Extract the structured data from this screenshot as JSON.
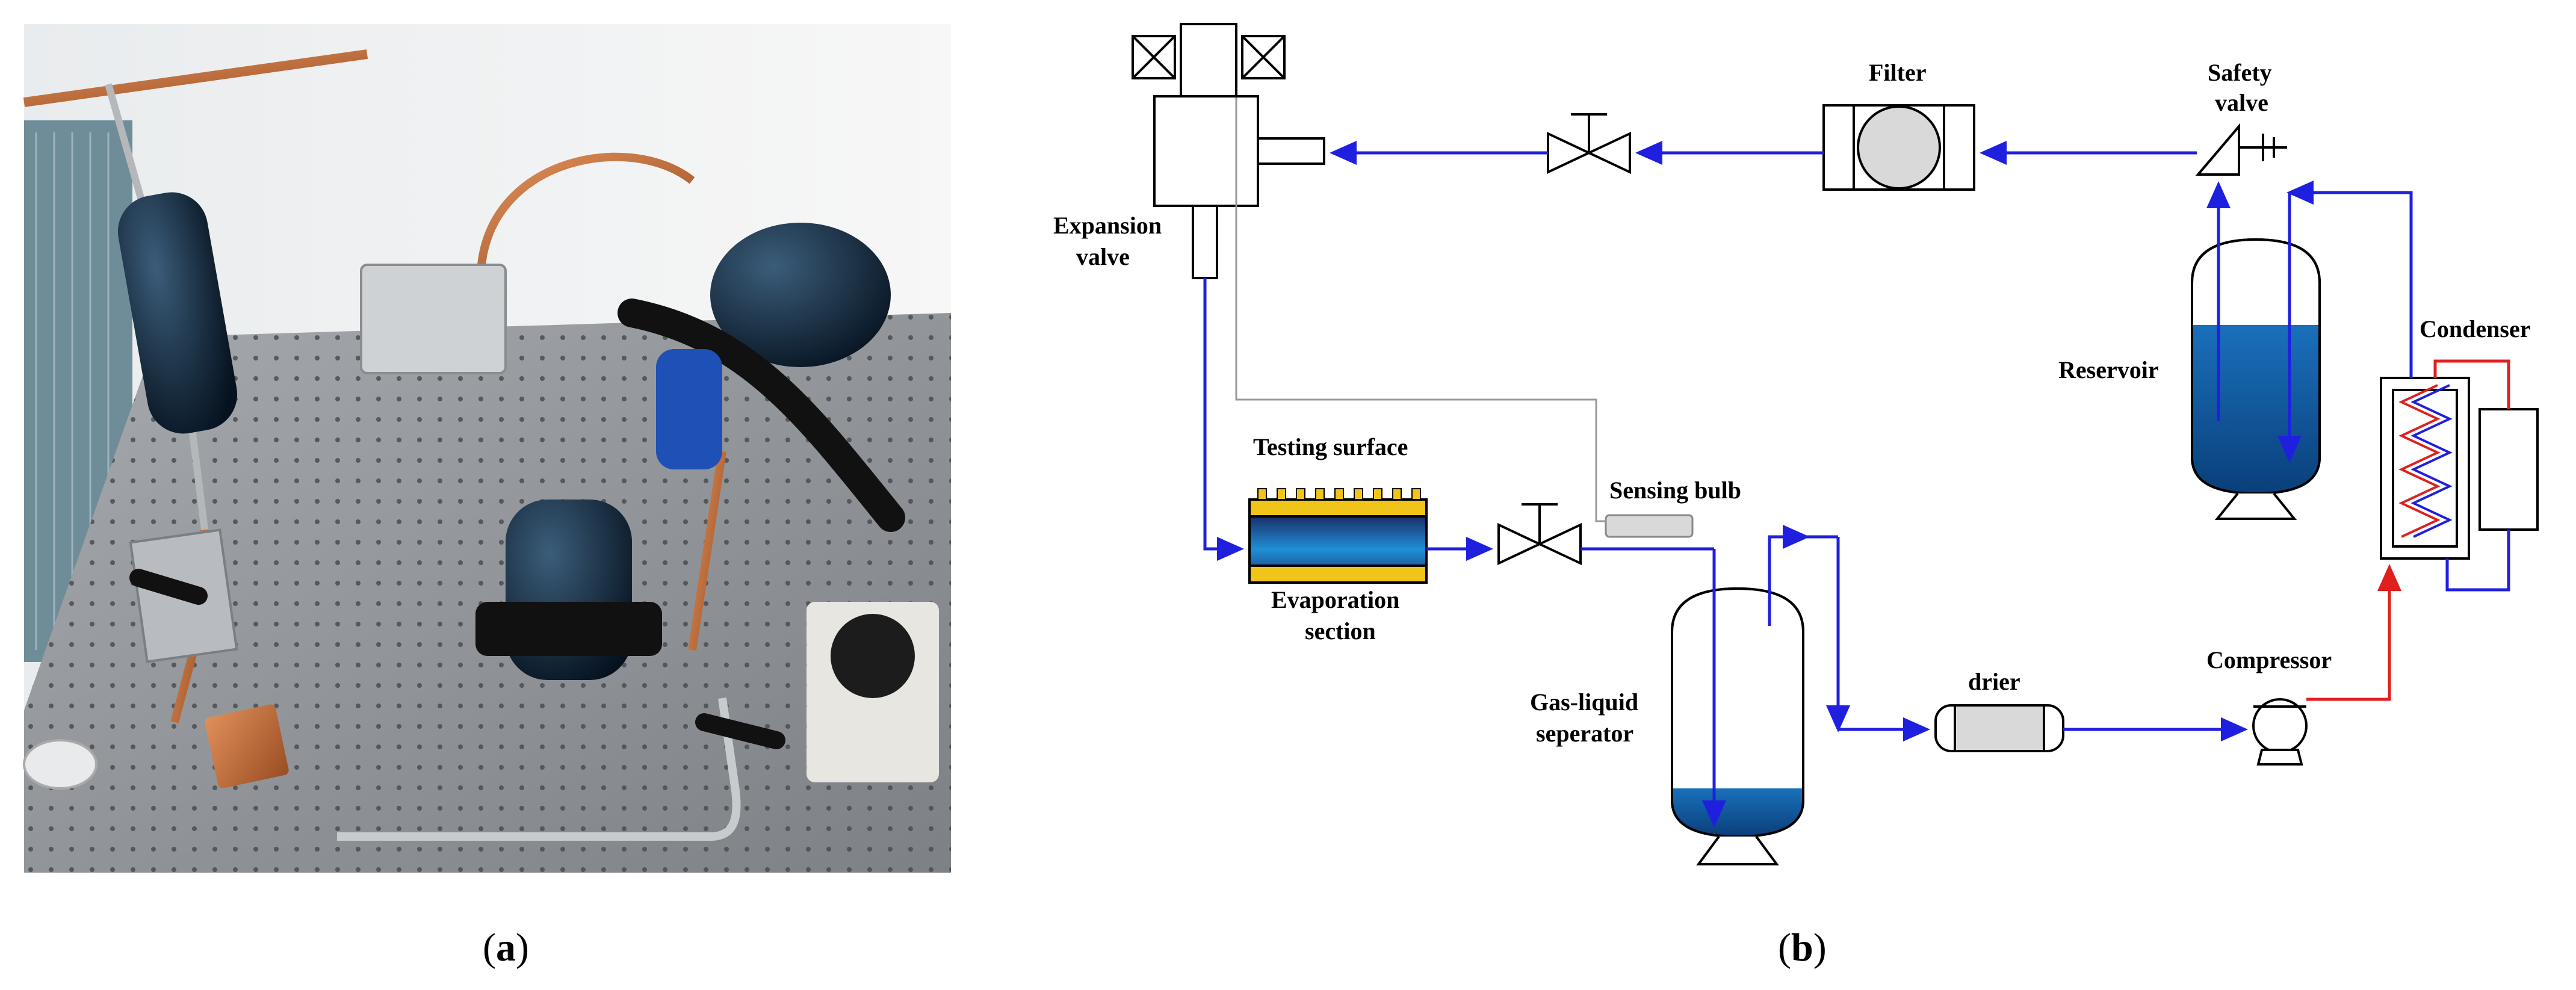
{
  "panel_a": {
    "caption_open": "(",
    "caption_letter": "a",
    "caption_close": ")"
  },
  "panel_b": {
    "caption_open": "(",
    "caption_letter": "b",
    "caption_close": ")",
    "labels": {
      "expansion_valve_1": "Expansion",
      "expansion_valve_2": "valve",
      "filter": "Filter",
      "safety_valve_1": "Safety",
      "safety_valve_2": "valve",
      "reservoir": "Reservoir",
      "condenser": "Condenser",
      "testing_surface": "Testing surface",
      "evaporation_section_1": "Evaporation",
      "evaporation_section_2": "section",
      "sensing_bulb": "Sensing bulb",
      "gas_liquid_separator_1": "Gas-liquid",
      "gas_liquid_separator_2": "seperator",
      "drier": "drier",
      "compressor": "Compressor"
    }
  },
  "colors": {
    "flow_line": "#1f1fe0",
    "hot_line": "#e01f1f",
    "liquid": "#0d5fa8",
    "liquid_dark": "#0a3f7a",
    "component_fill": "#d9d9d9",
    "table_top": "#8f9396"
  }
}
